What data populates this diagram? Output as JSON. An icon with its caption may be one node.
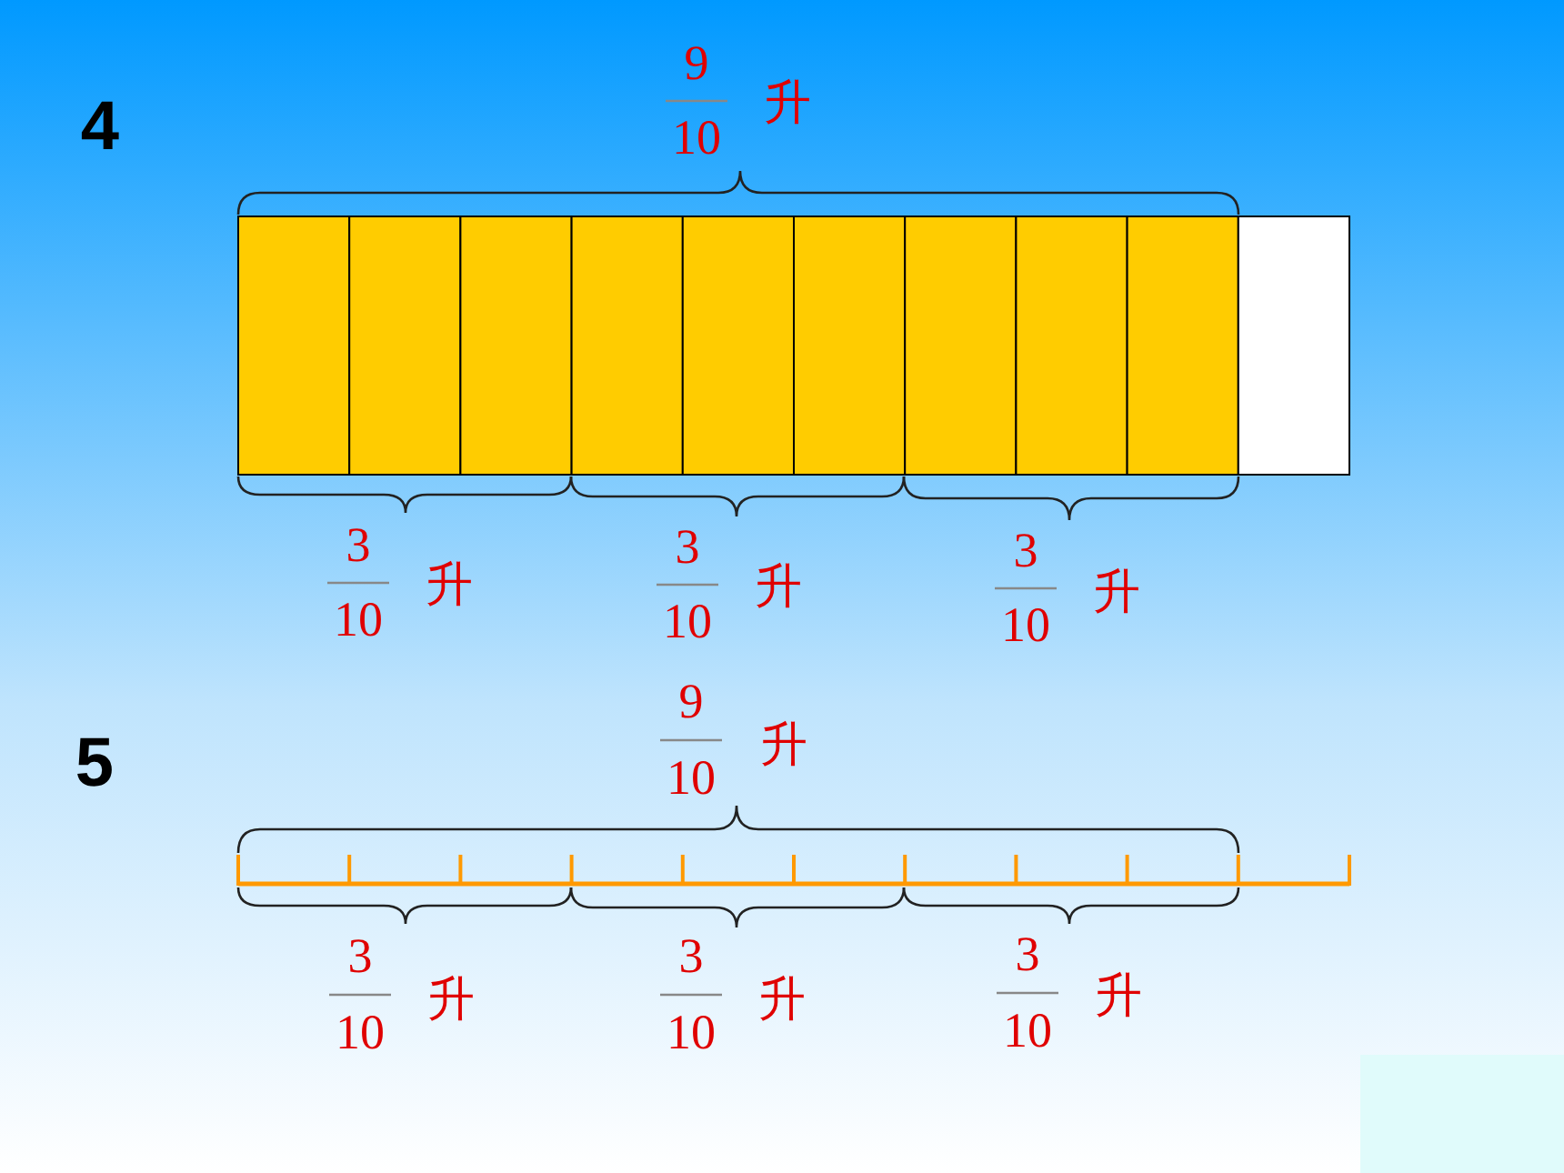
{
  "diagram": {
    "labels": [
      "4",
      "9",
      "10",
      "升",
      "3",
      "10",
      "升",
      "3",
      "10",
      "升",
      "3",
      "10",
      "升",
      "5",
      "9",
      "10",
      "升",
      "3",
      "10",
      "升",
      "3",
      "10",
      "升",
      "3",
      "10",
      "升"
    ]
  }
}
